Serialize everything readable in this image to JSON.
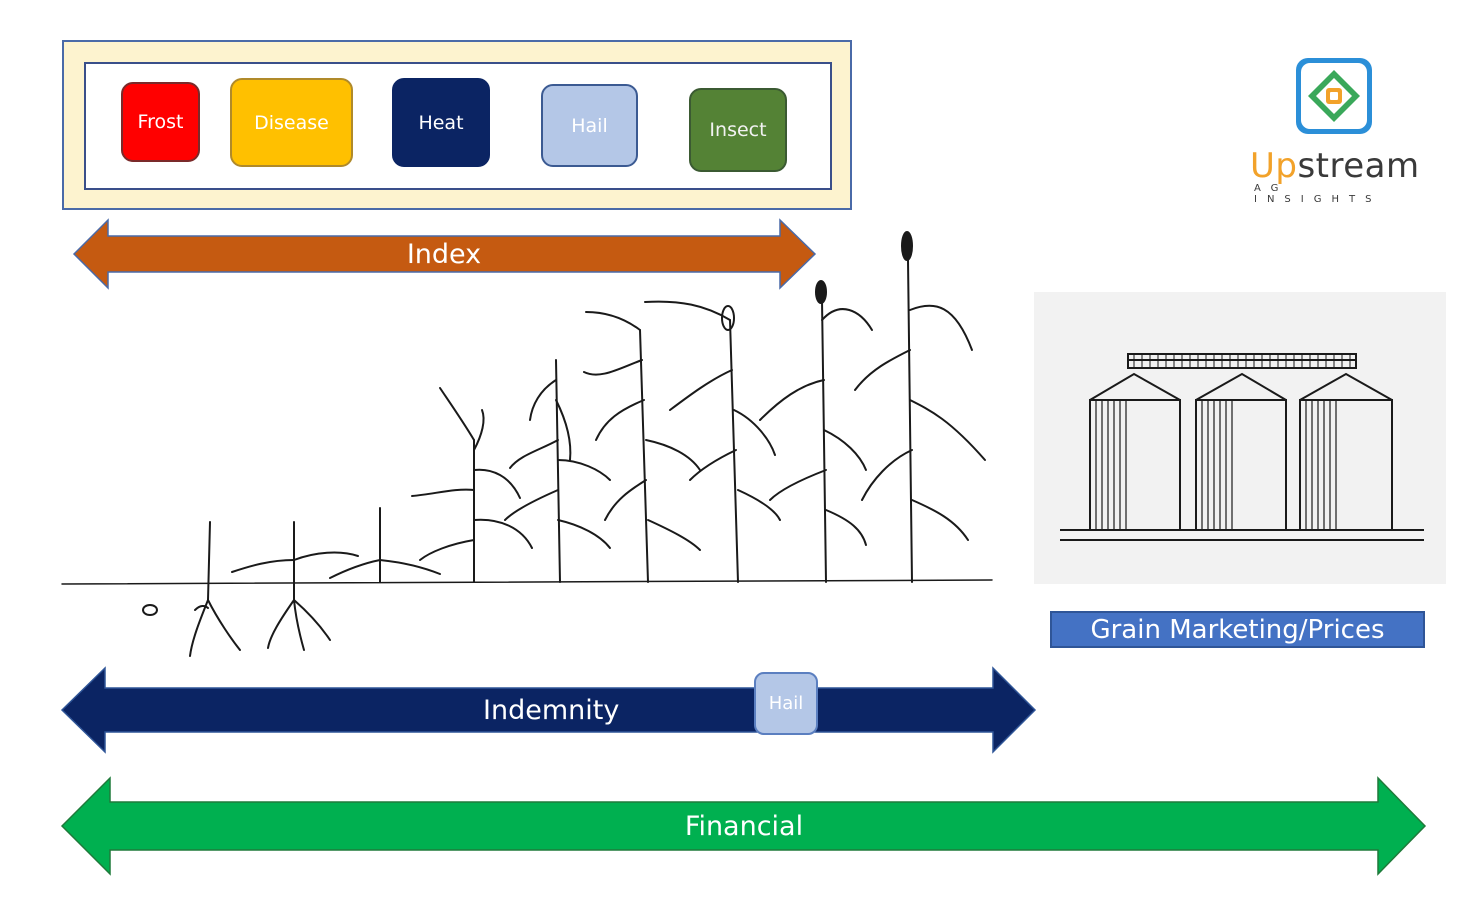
{
  "perils": [
    {
      "label": "Frost",
      "color": "#ff0000"
    },
    {
      "label": "Disease",
      "color": "#ffc000"
    },
    {
      "label": "Heat",
      "color": "#0b2463"
    },
    {
      "label": "Hail",
      "color": "#b4c7e7"
    },
    {
      "label": "Insect",
      "color": "#548235"
    }
  ],
  "arrows": {
    "index": {
      "label": "Index",
      "color": "#c55a11"
    },
    "indemnity": {
      "label": "Indemnity",
      "color": "#0b2463",
      "badge": "Hail"
    },
    "financial": {
      "label": "Financial",
      "color": "#00b050"
    }
  },
  "grain": {
    "label": "Grain Marketing/Prices",
    "color": "#4472c4"
  },
  "logo": {
    "brand_first": "Up",
    "brand_rest": "stream",
    "tagline": "AG INSIGHTS",
    "icon": "upstream-logo-icon"
  }
}
